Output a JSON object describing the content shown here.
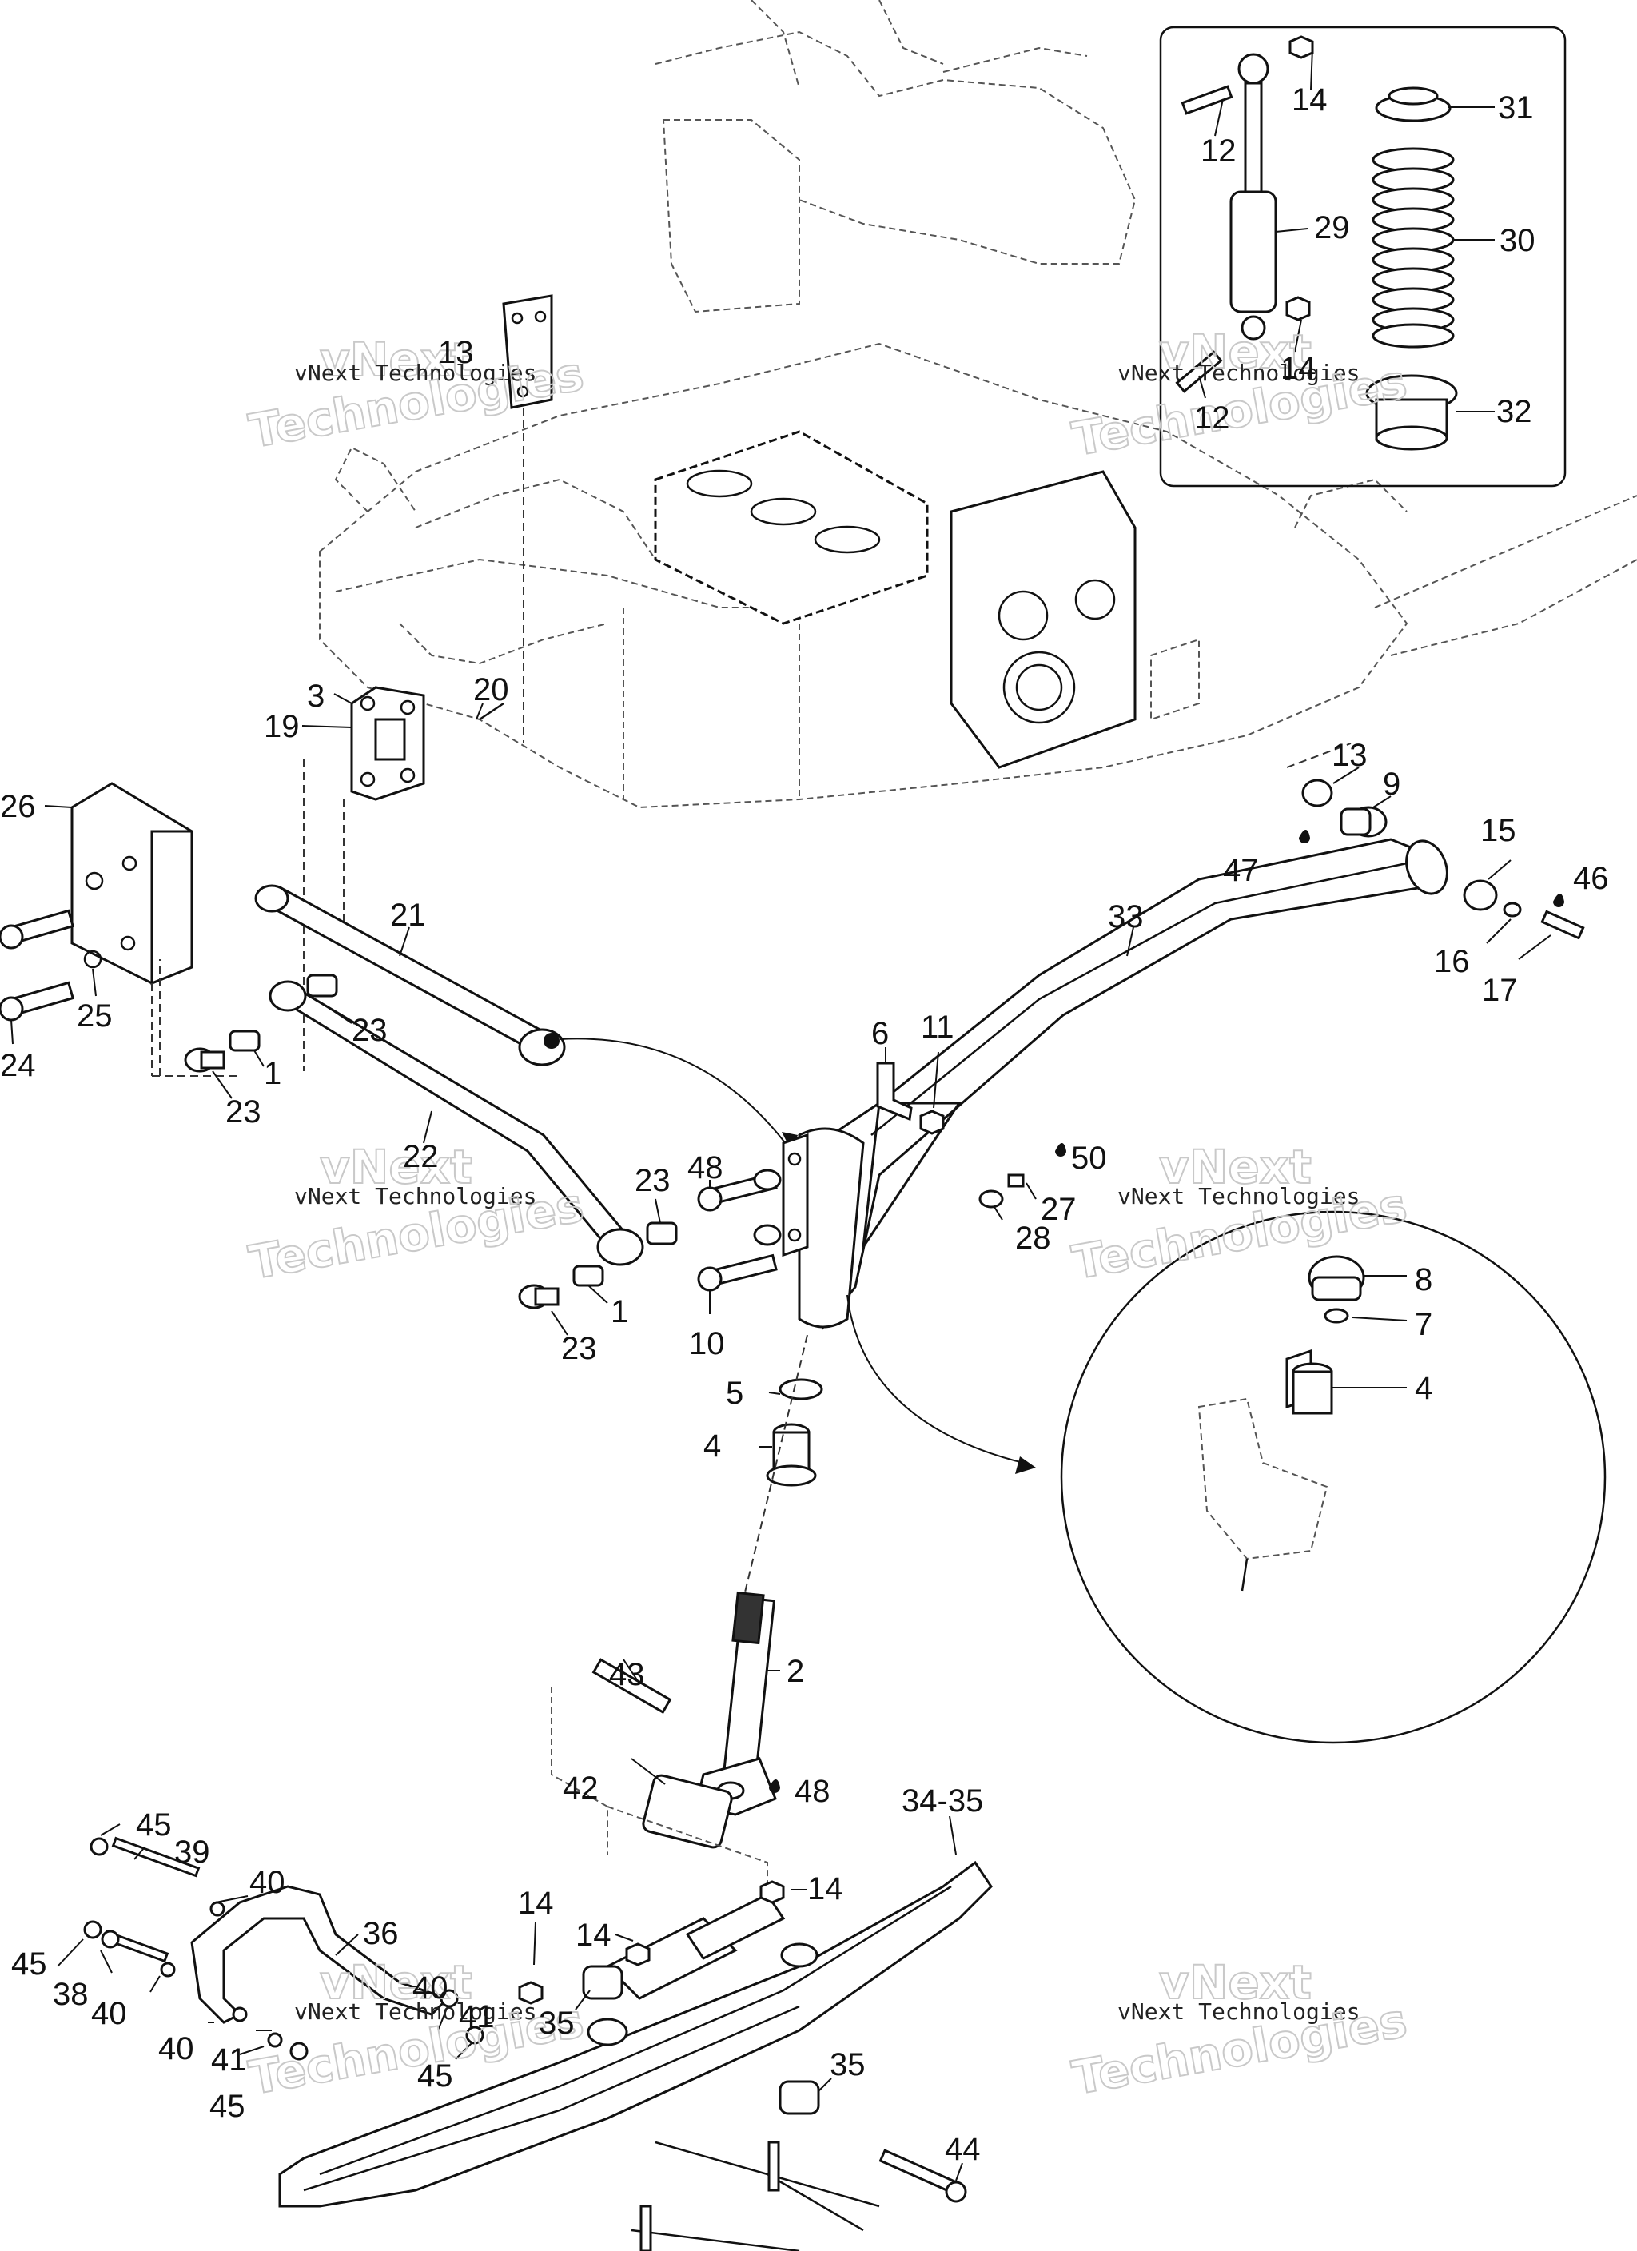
{
  "callouts": [
    {
      "id": "c13a",
      "text": "13"
    },
    {
      "id": "c31",
      "text": "31"
    },
    {
      "id": "c14a",
      "text": "14"
    },
    {
      "id": "c12a",
      "text": "12"
    },
    {
      "id": "c29",
      "text": "29"
    },
    {
      "id": "c30",
      "text": "30"
    },
    {
      "id": "c14b",
      "text": "14"
    },
    {
      "id": "c12b",
      "text": "12"
    },
    {
      "id": "c32",
      "text": "32"
    },
    {
      "id": "c3",
      "text": "3"
    },
    {
      "id": "c19",
      "text": "19"
    },
    {
      "id": "c20",
      "text": "20"
    },
    {
      "id": "c26",
      "text": "26"
    },
    {
      "id": "c13b",
      "text": "13"
    },
    {
      "id": "c9",
      "text": "9"
    },
    {
      "id": "c15",
      "text": "15"
    },
    {
      "id": "c47",
      "text": "47"
    },
    {
      "id": "c46",
      "text": "46"
    },
    {
      "id": "c21",
      "text": "21"
    },
    {
      "id": "c33",
      "text": "33"
    },
    {
      "id": "c16",
      "text": "16"
    },
    {
      "id": "c17",
      "text": "17"
    },
    {
      "id": "c25",
      "text": "25"
    },
    {
      "id": "c24",
      "text": "24"
    },
    {
      "id": "c23a",
      "text": "23"
    },
    {
      "id": "c1a",
      "text": "1"
    },
    {
      "id": "c23b",
      "text": "23"
    },
    {
      "id": "c6",
      "text": "6"
    },
    {
      "id": "c11",
      "text": "11"
    },
    {
      "id": "c22",
      "text": "22"
    },
    {
      "id": "c50",
      "text": "50"
    },
    {
      "id": "c23c",
      "text": "23"
    },
    {
      "id": "c48a",
      "text": "48"
    },
    {
      "id": "c27",
      "text": "27"
    },
    {
      "id": "c28",
      "text": "28"
    },
    {
      "id": "c1b",
      "text": "1"
    },
    {
      "id": "c10",
      "text": "10"
    },
    {
      "id": "c23d",
      "text": "23"
    },
    {
      "id": "c8",
      "text": "8"
    },
    {
      "id": "c7",
      "text": "7"
    },
    {
      "id": "c4a",
      "text": "4"
    },
    {
      "id": "c5",
      "text": "5"
    },
    {
      "id": "c4b",
      "text": "4"
    },
    {
      "id": "c2",
      "text": "2"
    },
    {
      "id": "c43",
      "text": "43"
    },
    {
      "id": "c48b",
      "text": "48"
    },
    {
      "id": "c42",
      "text": "42"
    },
    {
      "id": "c3435",
      "text": "34-35"
    },
    {
      "id": "c45a",
      "text": "45"
    },
    {
      "id": "c39",
      "text": "39"
    },
    {
      "id": "c40a",
      "text": "40"
    },
    {
      "id": "c14c",
      "text": "14"
    },
    {
      "id": "c14d",
      "text": "14"
    },
    {
      "id": "c14e",
      "text": "14"
    },
    {
      "id": "c36",
      "text": "36"
    },
    {
      "id": "c45b",
      "text": "45"
    },
    {
      "id": "c38",
      "text": "38"
    },
    {
      "id": "c40b",
      "text": "40"
    },
    {
      "id": "c40c",
      "text": "40"
    },
    {
      "id": "c41a",
      "text": "41"
    },
    {
      "id": "c35a",
      "text": "35"
    },
    {
      "id": "c40d",
      "text": "40"
    },
    {
      "id": "c41b",
      "text": "41"
    },
    {
      "id": "c45c",
      "text": "45"
    },
    {
      "id": "c45d",
      "text": "45"
    },
    {
      "id": "c35b",
      "text": "35"
    },
    {
      "id": "c44",
      "text": "44"
    }
  ],
  "watermarks": {
    "line1": "vNext",
    "line2": "vNext Technologies",
    "line3": "Technologies"
  }
}
